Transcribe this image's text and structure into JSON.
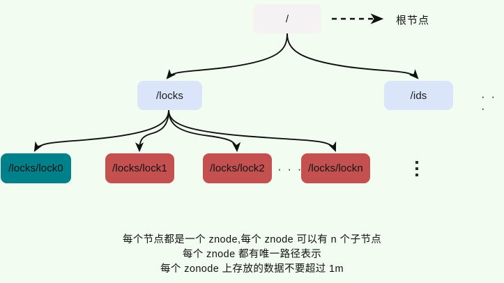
{
  "diagram": {
    "background_color": "#f3fcf1",
    "nodes": {
      "root": {
        "label": "/",
        "color": "#f5f2f3",
        "kind": "root-node"
      },
      "locks": {
        "label": "/locks",
        "color": "#dbe5f9",
        "kind": "branch-node"
      },
      "ids": {
        "label": "/ids",
        "color": "#dbe5f9",
        "kind": "branch-node"
      },
      "lock0": {
        "label": "/locks/lock0",
        "color": "#00808a",
        "kind": "leaf-node"
      },
      "lock1": {
        "label": "/locks/lock1",
        "color": "#c4514f",
        "kind": "leaf-node"
      },
      "lock2": {
        "label": "/locks/lock2",
        "color": "#c4514f",
        "kind": "leaf-node"
      },
      "lockn": {
        "label": "/locks/lockn",
        "color": "#c4514f",
        "kind": "leaf-node"
      }
    },
    "annotations": {
      "root_pointer_label": "根节点",
      "ellipsis_top_right": "· · ·",
      "ellipsis_leaf_row": "· · ·"
    },
    "caption": {
      "line1": "每个节点都是一个 znode,每个 znode 可以有 n 个子节点",
      "line2": "每个 znode 都有唯一路径表示",
      "line3": "每个 zonode 上存放的数据不要超过 1m"
    }
  }
}
